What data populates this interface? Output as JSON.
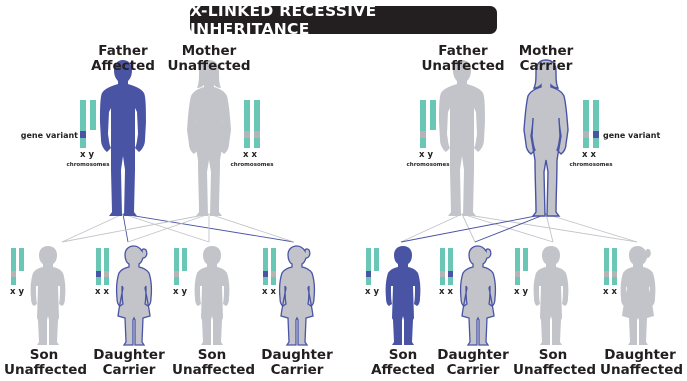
{
  "title": "X-LINKED RECESSIVE INHERITANCE",
  "colors": {
    "affected": "#4a54a5",
    "carrier_fill": "#c3c4c9",
    "carrier_outline": "#4a54a5",
    "unaffected": "#c3c4c9",
    "chromosome": "#6bc7b5",
    "variant": "#4a54a5",
    "variant_silenced": "#b4b4b4",
    "title_bg": "#231f20"
  },
  "left_family": {
    "father": {
      "line1": "Father",
      "line2": "Affected"
    },
    "mother": {
      "line1": "Mother",
      "line2": "Unaffected"
    },
    "gene_variant_label": "gene variant",
    "father_chromosomes": "x y",
    "mother_chromosomes": "x x",
    "chromosomes_label": "chromosomes",
    "children": [
      {
        "line1": "Son",
        "line2": "Unaffected",
        "chromosomes": "x y"
      },
      {
        "line1": "Daughter",
        "line2": "Carrier",
        "chromosomes": "x x"
      },
      {
        "line1": "Son",
        "line2": "Unaffected",
        "chromosomes": "x y"
      },
      {
        "line1": "Daughter",
        "line2": "Carrier",
        "chromosomes": "x x"
      }
    ]
  },
  "right_family": {
    "father": {
      "line1": "Father",
      "line2": "Unaffected"
    },
    "mother": {
      "line1": "Mother",
      "line2": "Carrier"
    },
    "gene_variant_label": "gene variant",
    "father_chromosomes": "x y",
    "mother_chromosomes": "x x",
    "chromosomes_label": "chromosomes",
    "children": [
      {
        "line1": "Son",
        "line2": "Affected",
        "chromosomes": "x y"
      },
      {
        "line1": "Daughter",
        "line2": "Carrier",
        "chromosomes": "x x"
      },
      {
        "line1": "Son",
        "line2": "Unaffected",
        "chromosomes": "x y"
      },
      {
        "line1": "Daughter",
        "line2": "Unaffected",
        "chromosomes": "x x"
      }
    ]
  }
}
